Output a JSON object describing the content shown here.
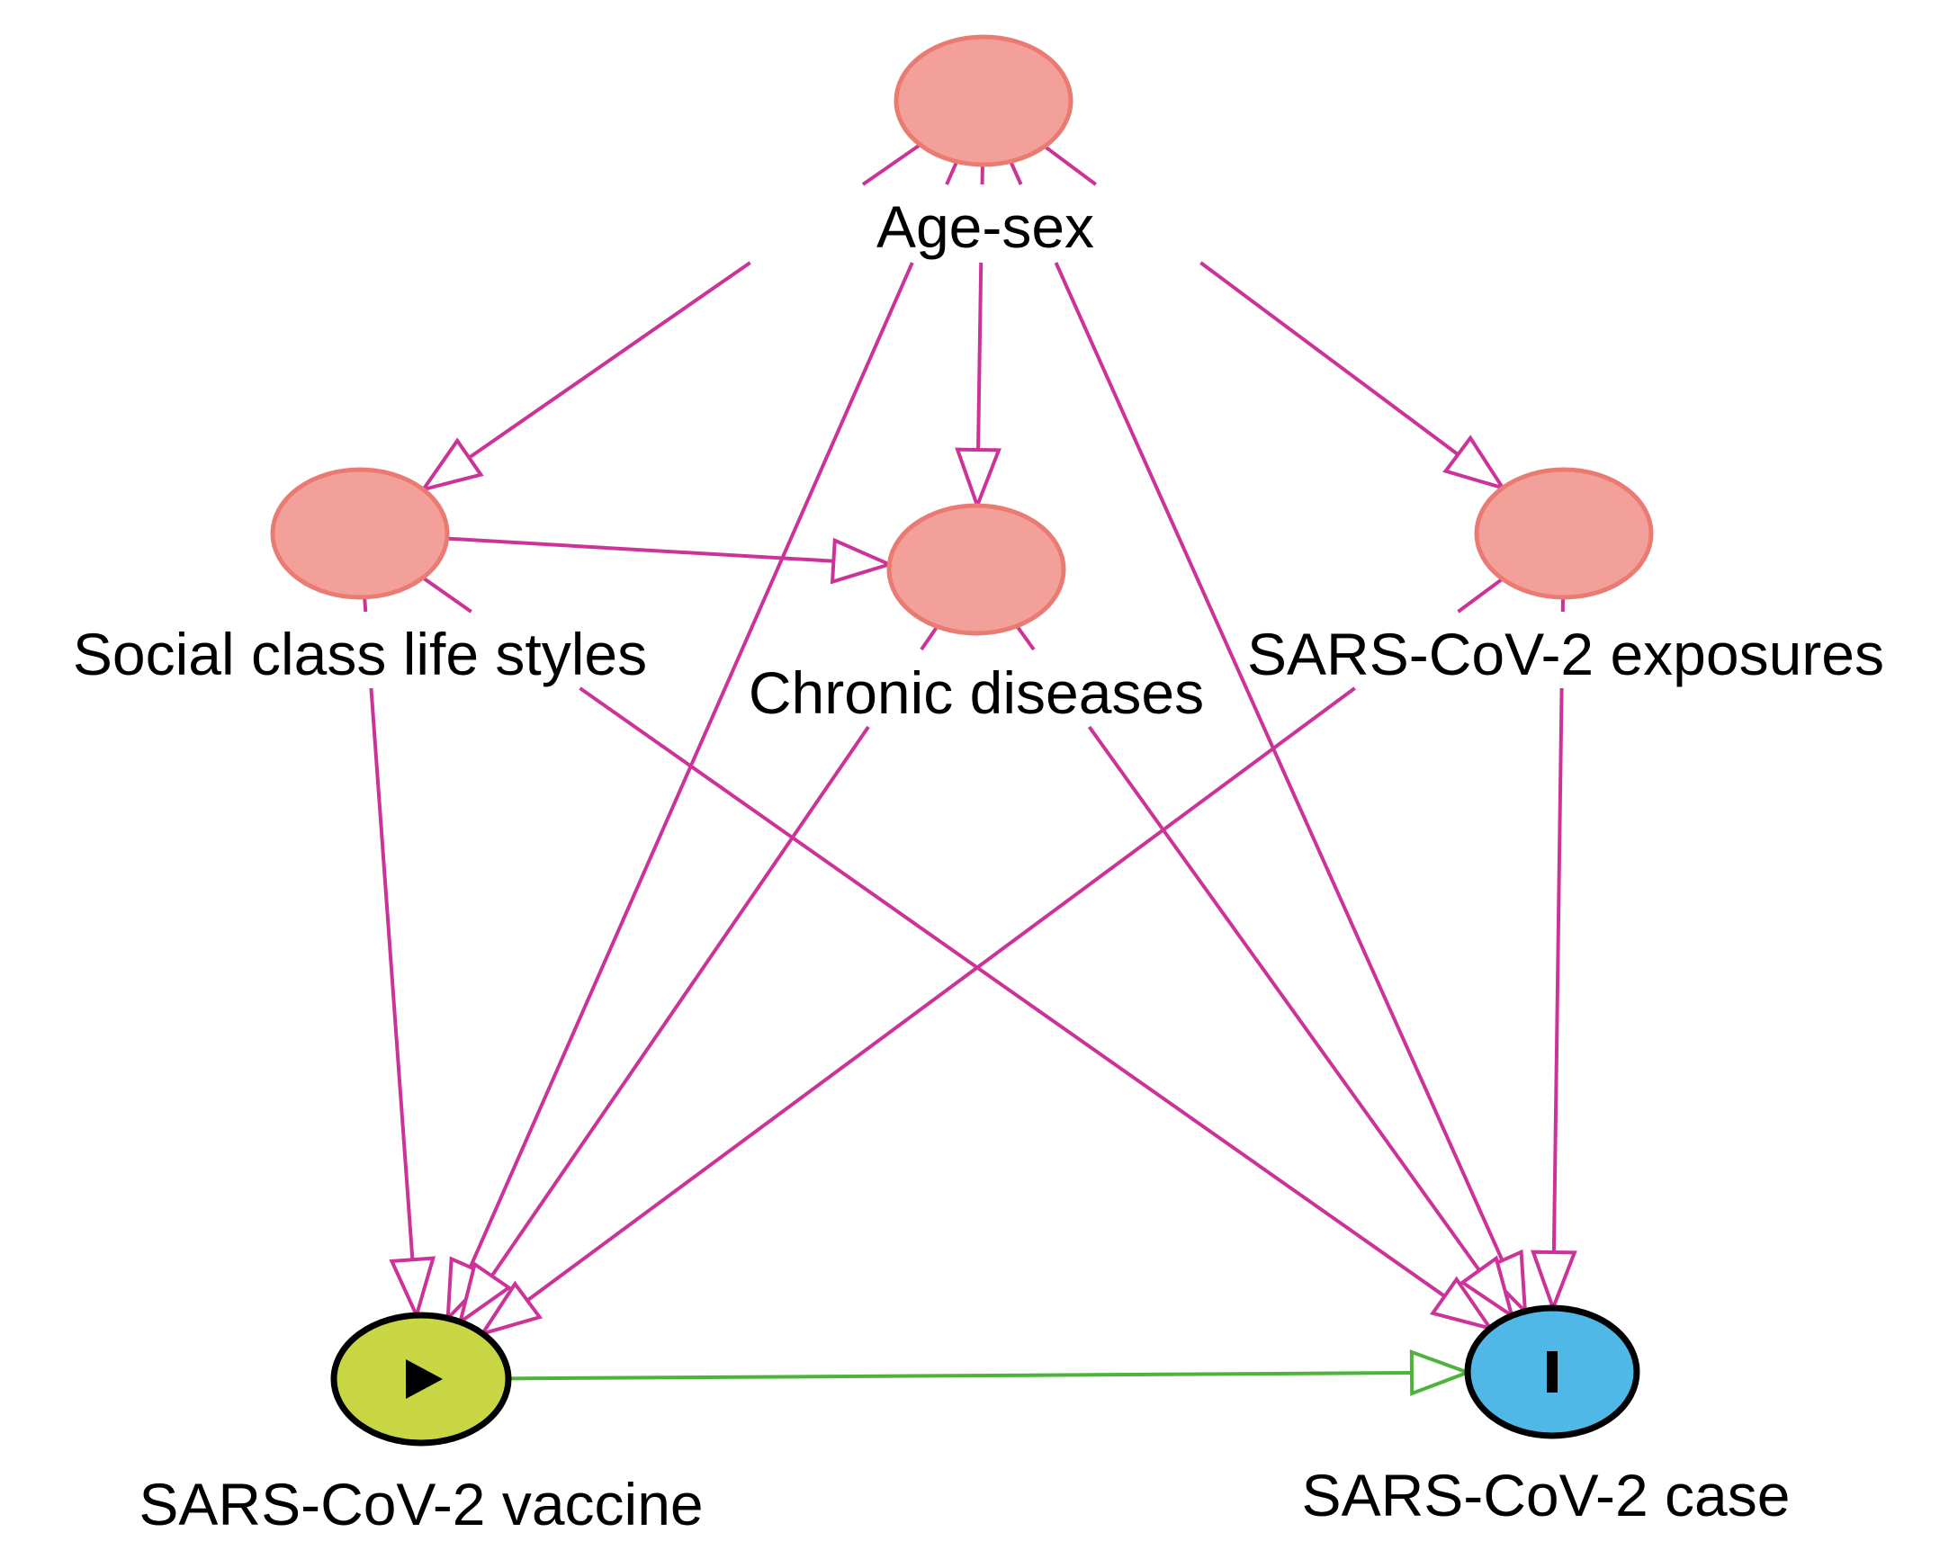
{
  "colors": {
    "adjusted_edge": "#cc3399",
    "causal_edge": "#4db33d",
    "confounder_fill": "#f4a09a",
    "confounder_stroke": "#ea7b72",
    "exposure_fill": "#c8d644",
    "outcome_fill": "#4fb8e6",
    "node_outline": "#000000"
  },
  "nodes": [
    {
      "id": "age_sex",
      "label": "Age-sex",
      "role": "confounder"
    },
    {
      "id": "social",
      "label": "Social class life styles",
      "role": "confounder"
    },
    {
      "id": "chronic",
      "label": "Chronic diseases",
      "role": "confounder"
    },
    {
      "id": "exposures",
      "label": "SARS-CoV-2 exposures",
      "role": "confounder"
    },
    {
      "id": "vaccine",
      "label": "SARS-CoV-2 vaccine",
      "role": "exposure",
      "icon": "play-triangle-icon"
    },
    {
      "id": "case",
      "label": "SARS-CoV-2 case",
      "role": "outcome",
      "icon": "vertical-bar-icon"
    }
  ],
  "edges": [
    {
      "from": "age_sex",
      "to": "social",
      "type": "adjusted"
    },
    {
      "from": "age_sex",
      "to": "chronic",
      "type": "adjusted"
    },
    {
      "from": "age_sex",
      "to": "exposures",
      "type": "adjusted"
    },
    {
      "from": "age_sex",
      "to": "vaccine",
      "type": "adjusted"
    },
    {
      "from": "age_sex",
      "to": "case",
      "type": "adjusted"
    },
    {
      "from": "social",
      "to": "chronic",
      "type": "adjusted"
    },
    {
      "from": "social",
      "to": "vaccine",
      "type": "adjusted"
    },
    {
      "from": "social",
      "to": "case",
      "type": "adjusted"
    },
    {
      "from": "chronic",
      "to": "vaccine",
      "type": "adjusted"
    },
    {
      "from": "chronic",
      "to": "case",
      "type": "adjusted"
    },
    {
      "from": "exposures",
      "to": "vaccine",
      "type": "adjusted"
    },
    {
      "from": "exposures",
      "to": "case",
      "type": "adjusted"
    },
    {
      "from": "vaccine",
      "to": "case",
      "type": "causal"
    }
  ]
}
